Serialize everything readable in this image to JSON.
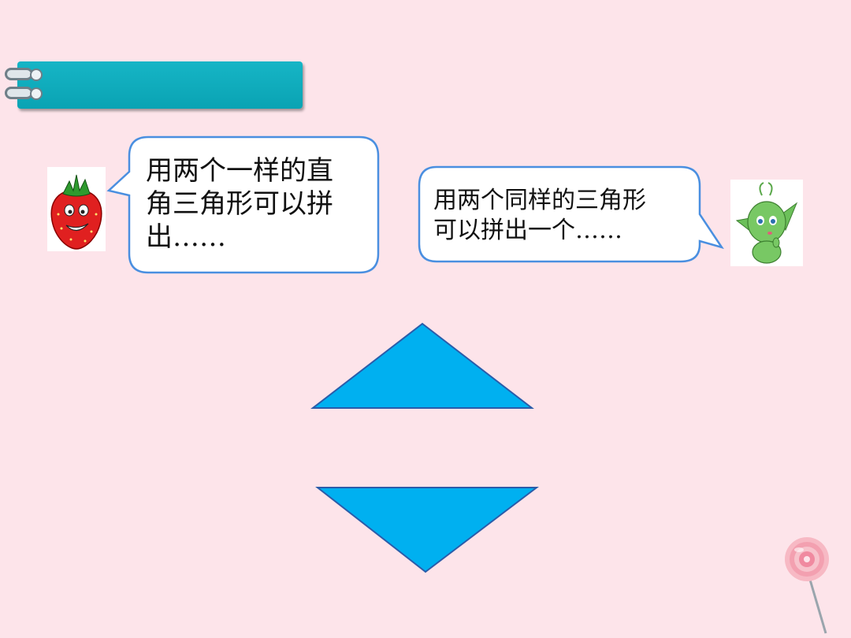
{
  "bubbles": {
    "left": {
      "lines": [
        "用两个一样的直",
        "角三角形可以拼",
        "出……"
      ]
    },
    "right": {
      "lines": [
        "用两个同样的三角形",
        "可以拼出一个……"
      ]
    }
  },
  "colors": {
    "background": "#fde4ea",
    "banner": "#12aebf",
    "bubble_border": "#4a8fe0",
    "triangle_fill": "#00b0f0",
    "triangle_stroke": "#2a5caa"
  },
  "icons": {
    "left_character": "strawberry-character-icon",
    "right_character": "green-alien-character-icon",
    "decoration": "lollipop-icon"
  }
}
